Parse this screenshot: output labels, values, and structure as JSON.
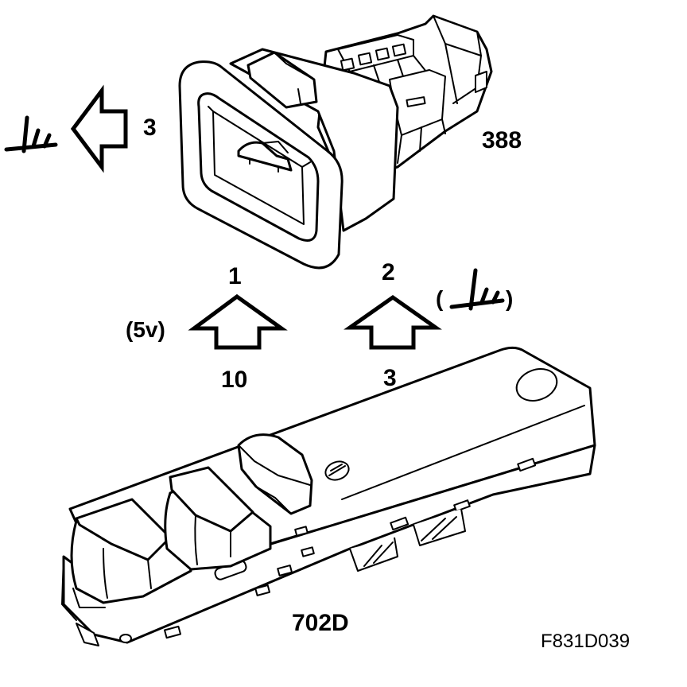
{
  "components": {
    "trunk_switch": {
      "code": "388"
    },
    "window_switch_panel": {
      "code": "702D"
    }
  },
  "connections": {
    "ground_output": {
      "pin": "3"
    },
    "pin_1": {
      "pin_top": "1",
      "pin_bottom": "10",
      "signal": "(5v)"
    },
    "pin_2": {
      "pin_top": "2",
      "pin_bottom": "3",
      "signal_open": "(",
      "signal_close": ")"
    }
  },
  "figure_id": "F831D039"
}
